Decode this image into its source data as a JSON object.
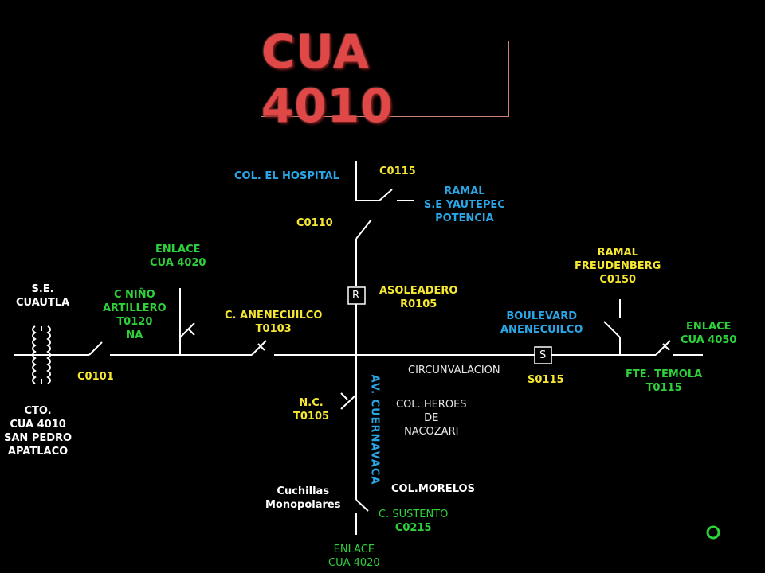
{
  "title": "CUA 4010",
  "colors": {
    "background": "#000000",
    "title": "#e04848",
    "yellow": "#f6e832",
    "blue": "#2aa6e6",
    "green": "#2ed13a",
    "white": "#ffffff"
  },
  "labels": {
    "col_el_hospital": "COL. EL HOSPITAL",
    "c0115": "C0115",
    "ramal_yautepec": [
      "RAMAL",
      "S.E YAUTEPEC",
      "POTENCIA"
    ],
    "c0110": "C0110",
    "enlace_4020_top": [
      "ENLACE",
      "CUA 4020"
    ],
    "se_cuautla": [
      "S.E.",
      "CUAUTLA"
    ],
    "c_nino": [
      "C NIÑO",
      "ARTILLERO",
      "T0120",
      "NA"
    ],
    "c_anenecuilco": [
      "C. ANENECUILCO",
      "T0103"
    ],
    "asoleadero": [
      "ASOLEADERO",
      "R0105"
    ],
    "ramal_freudenberg": [
      "RAMAL",
      "FREUDENBERG",
      "C0150"
    ],
    "boulevard": [
      "BOULEVARD",
      "ANENECUILCO"
    ],
    "enlace_4050": [
      "ENLACE",
      "CUA 4050"
    ],
    "c0101": "C0101",
    "circunvalacion": "CIRCUNVALACION",
    "s0115": "S0115",
    "fte_temola": [
      "FTE. TEMOLA",
      "T0115"
    ],
    "cto": [
      "CTO.",
      "CUA 4010",
      "SAN PEDRO",
      "APATLACO"
    ],
    "nc": [
      "N.C.",
      "T0105"
    ],
    "av_cuernavaca": "AV. CUERNAVACA",
    "col_heroes": [
      "COL. HEROES",
      "DE",
      "NACOZARI"
    ],
    "cuchillas": [
      "Cuchillas",
      "Monopolares"
    ],
    "col_morelos": "COL.MORELOS",
    "c_sustento": [
      "C. SUSTENTO",
      "C0215"
    ],
    "enlace_4020_bottom": [
      "ENLACE",
      "CUA 4020"
    ],
    "recloser_letter": "R",
    "sectionalizer_letter": "S"
  },
  "icons": {
    "transformer": "transformer-icon",
    "nav": "circle-nav-icon"
  }
}
